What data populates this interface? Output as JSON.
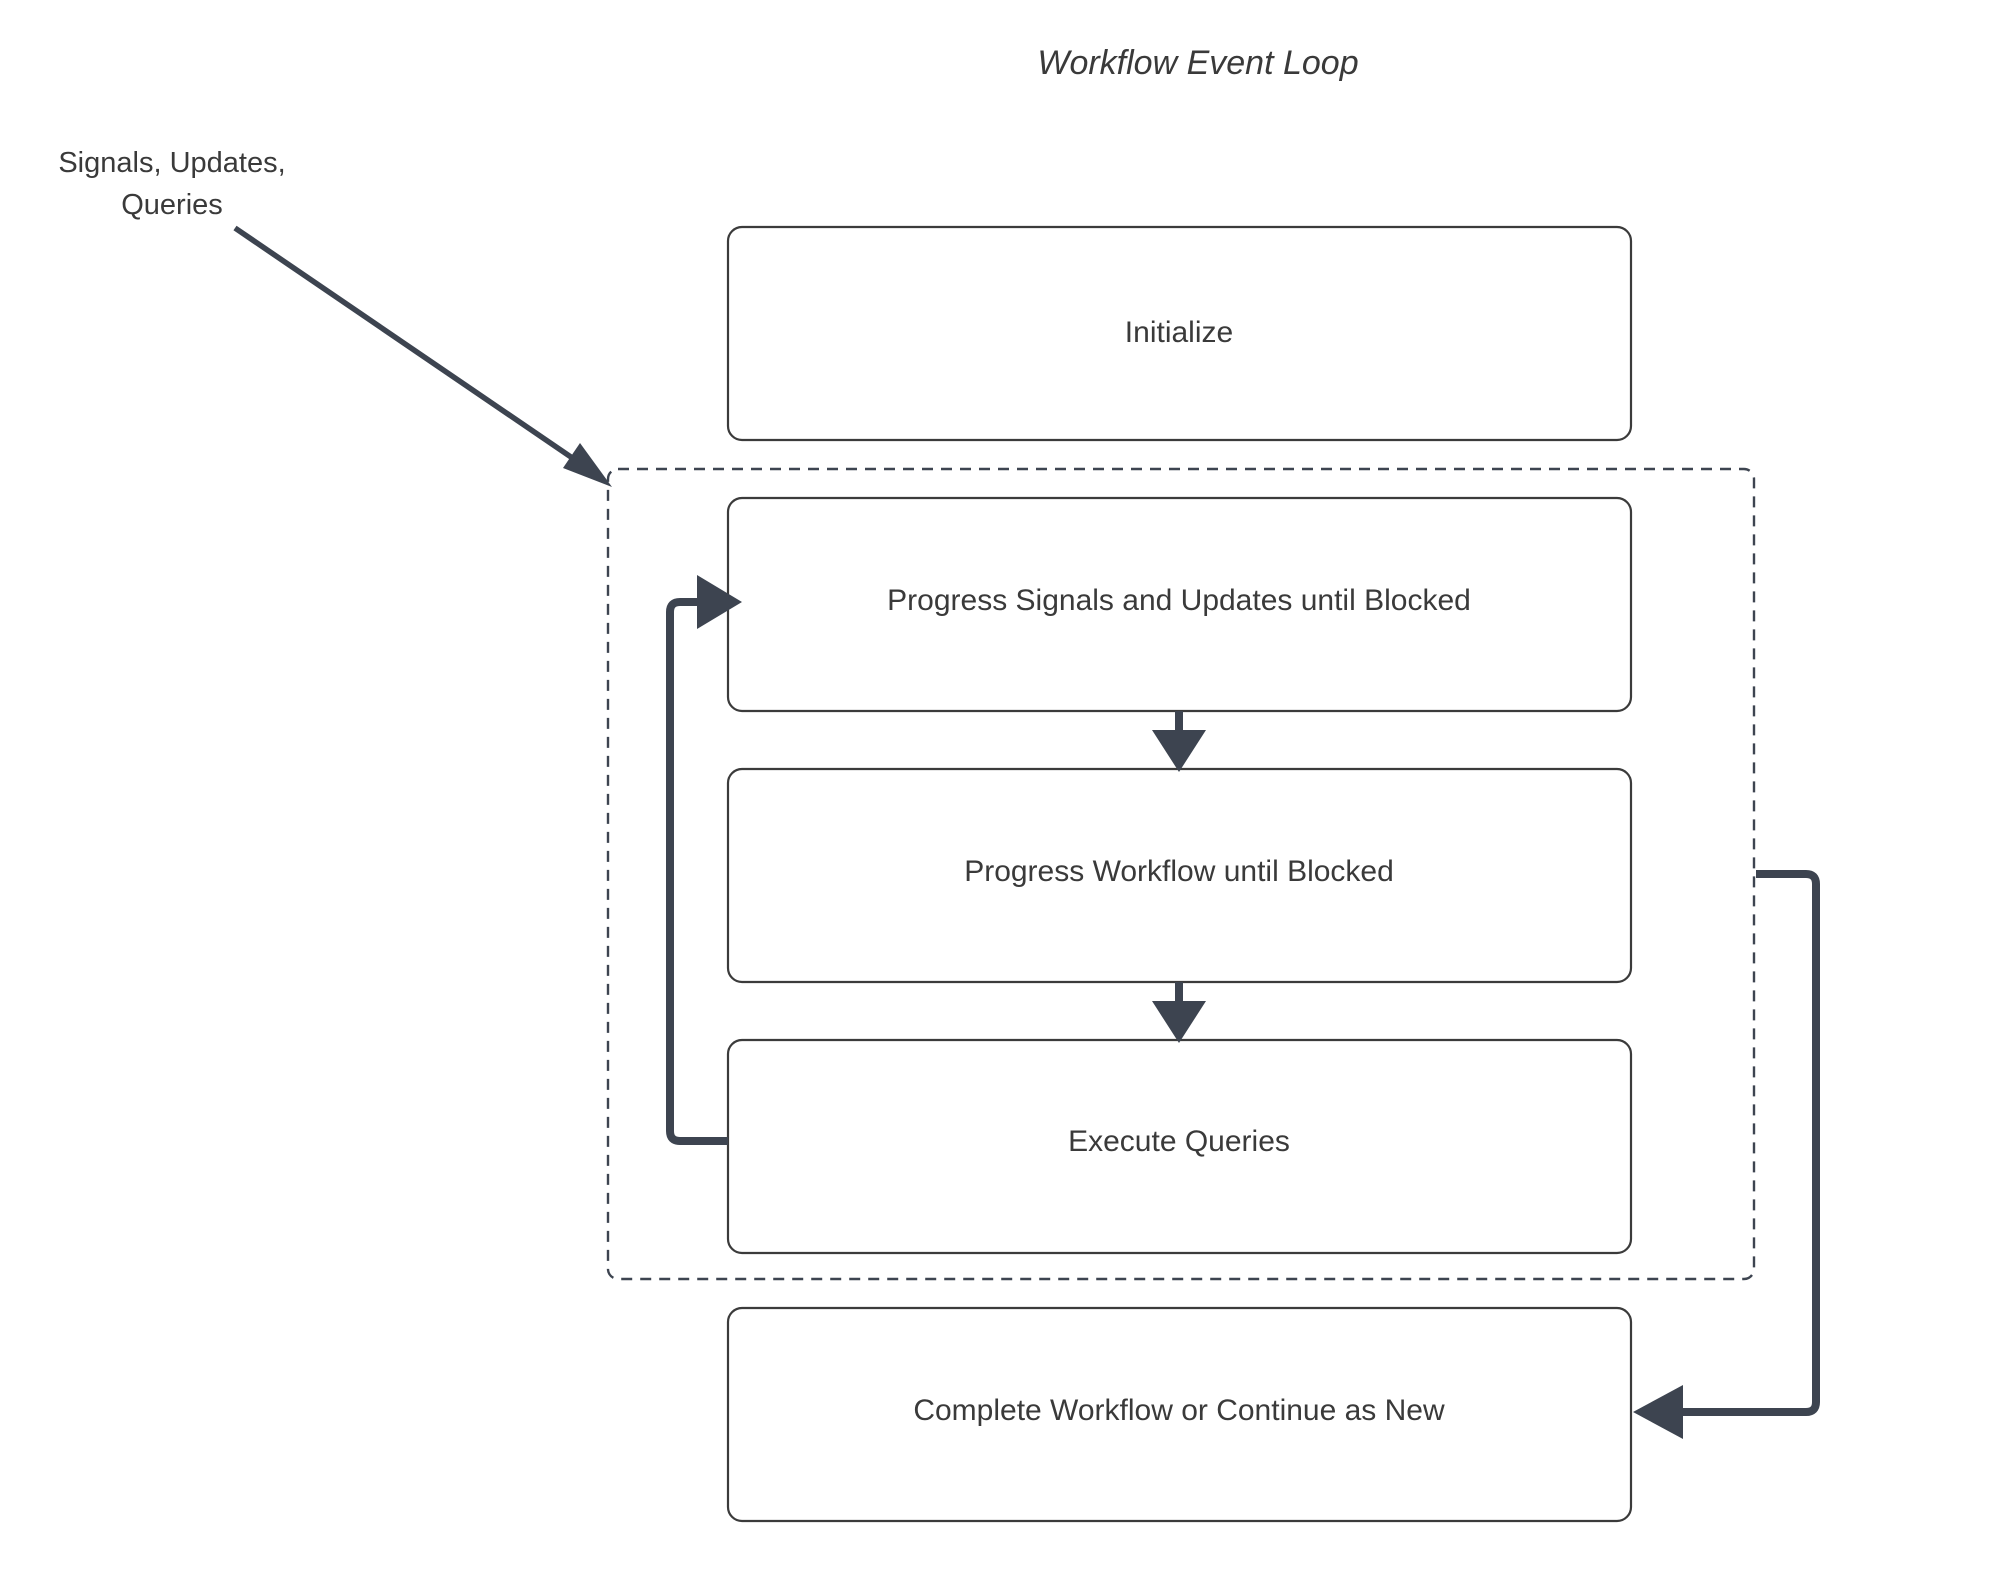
{
  "diagram": {
    "title": "Workflow Event Loop",
    "external_label": {
      "line1": "Signals, Updates,",
      "line2": "Queries"
    },
    "nodes": [
      {
        "id": "initialize",
        "label": "Initialize"
      },
      {
        "id": "progress-signals",
        "label": "Progress Signals and Updates until Blocked"
      },
      {
        "id": "progress-workflow",
        "label": "Progress Workflow until Blocked"
      },
      {
        "id": "execute-queries",
        "label": "Execute Queries"
      },
      {
        "id": "complete-workflow",
        "label": "Complete Workflow or Continue as New"
      }
    ],
    "colors": {
      "background": "#ffffff",
      "box_fill": "#ffffff",
      "box_stroke": "#3b3b3b",
      "arrow": "#3d4450",
      "text": "#3a3a3a",
      "dashed_container": "#3d4450"
    }
  }
}
